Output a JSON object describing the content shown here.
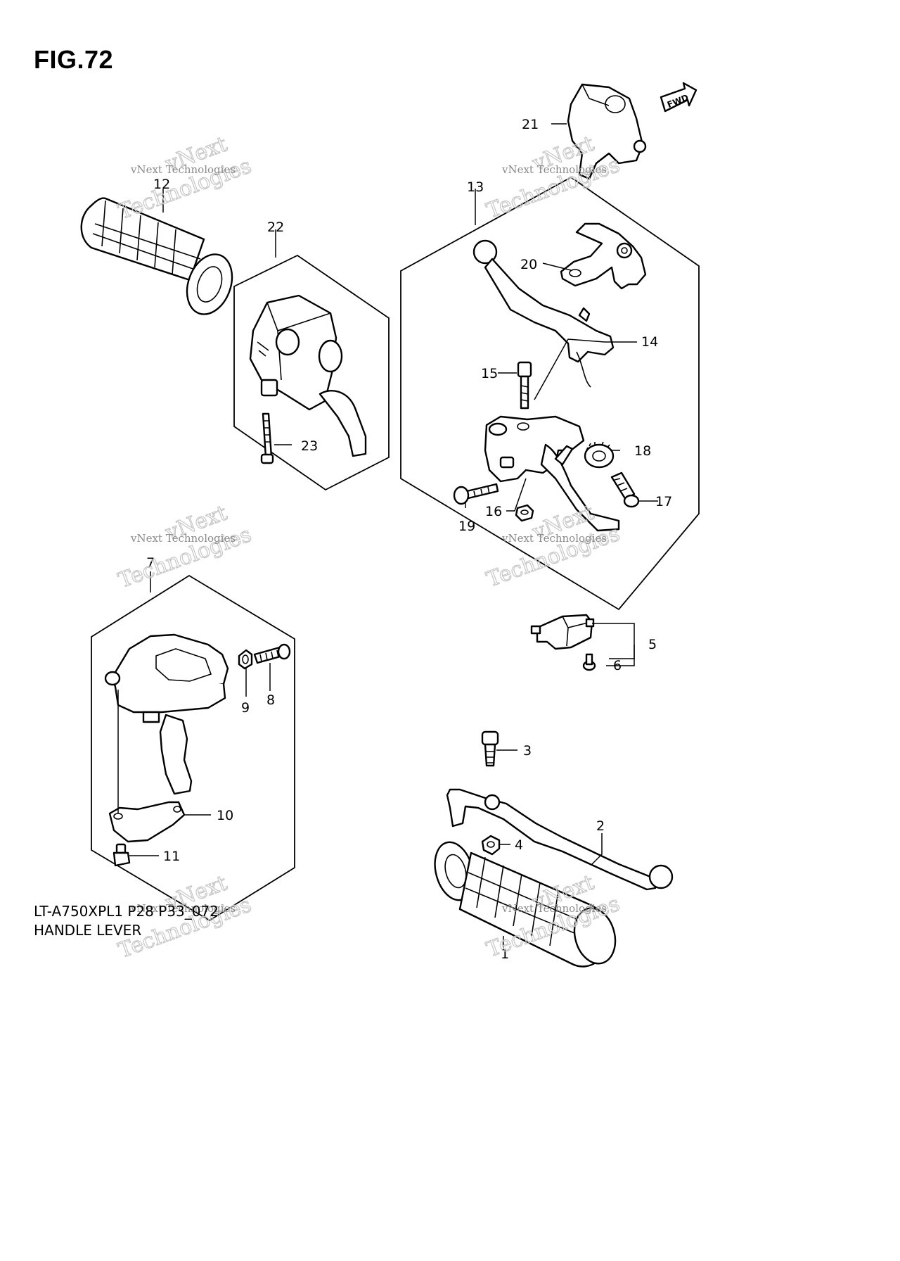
{
  "figure": {
    "title": "FIG.72",
    "model_code": "LT-A750XPL1 P28 P33_072",
    "section_name": "HANDLE LEVER",
    "fwd_label": "FWD"
  },
  "watermark": {
    "line1": "vNext Technologies",
    "line2": "vNext",
    "line3": "Technologies"
  },
  "callouts": [
    {
      "ref": "c1",
      "label": "1"
    },
    {
      "ref": "c2",
      "label": "2"
    },
    {
      "ref": "c3",
      "label": "3"
    },
    {
      "ref": "c4",
      "label": "4"
    },
    {
      "ref": "c5",
      "label": "5"
    },
    {
      "ref": "c6",
      "label": "6"
    },
    {
      "ref": "c7",
      "label": "7"
    },
    {
      "ref": "c8",
      "label": "8"
    },
    {
      "ref": "c9",
      "label": "9"
    },
    {
      "ref": "c10",
      "label": "10"
    },
    {
      "ref": "c11",
      "label": "11"
    },
    {
      "ref": "c12",
      "label": "12"
    },
    {
      "ref": "c13",
      "label": "13"
    },
    {
      "ref": "c14",
      "label": "14"
    },
    {
      "ref": "c15",
      "label": "15"
    },
    {
      "ref": "c16",
      "label": "16"
    },
    {
      "ref": "c17",
      "label": "17"
    },
    {
      "ref": "c18",
      "label": "18"
    },
    {
      "ref": "c19",
      "label": "19"
    },
    {
      "ref": "c20",
      "label": "20"
    },
    {
      "ref": "c21",
      "label": "21"
    },
    {
      "ref": "c22",
      "label": "22"
    },
    {
      "ref": "c23",
      "label": "23"
    }
  ]
}
